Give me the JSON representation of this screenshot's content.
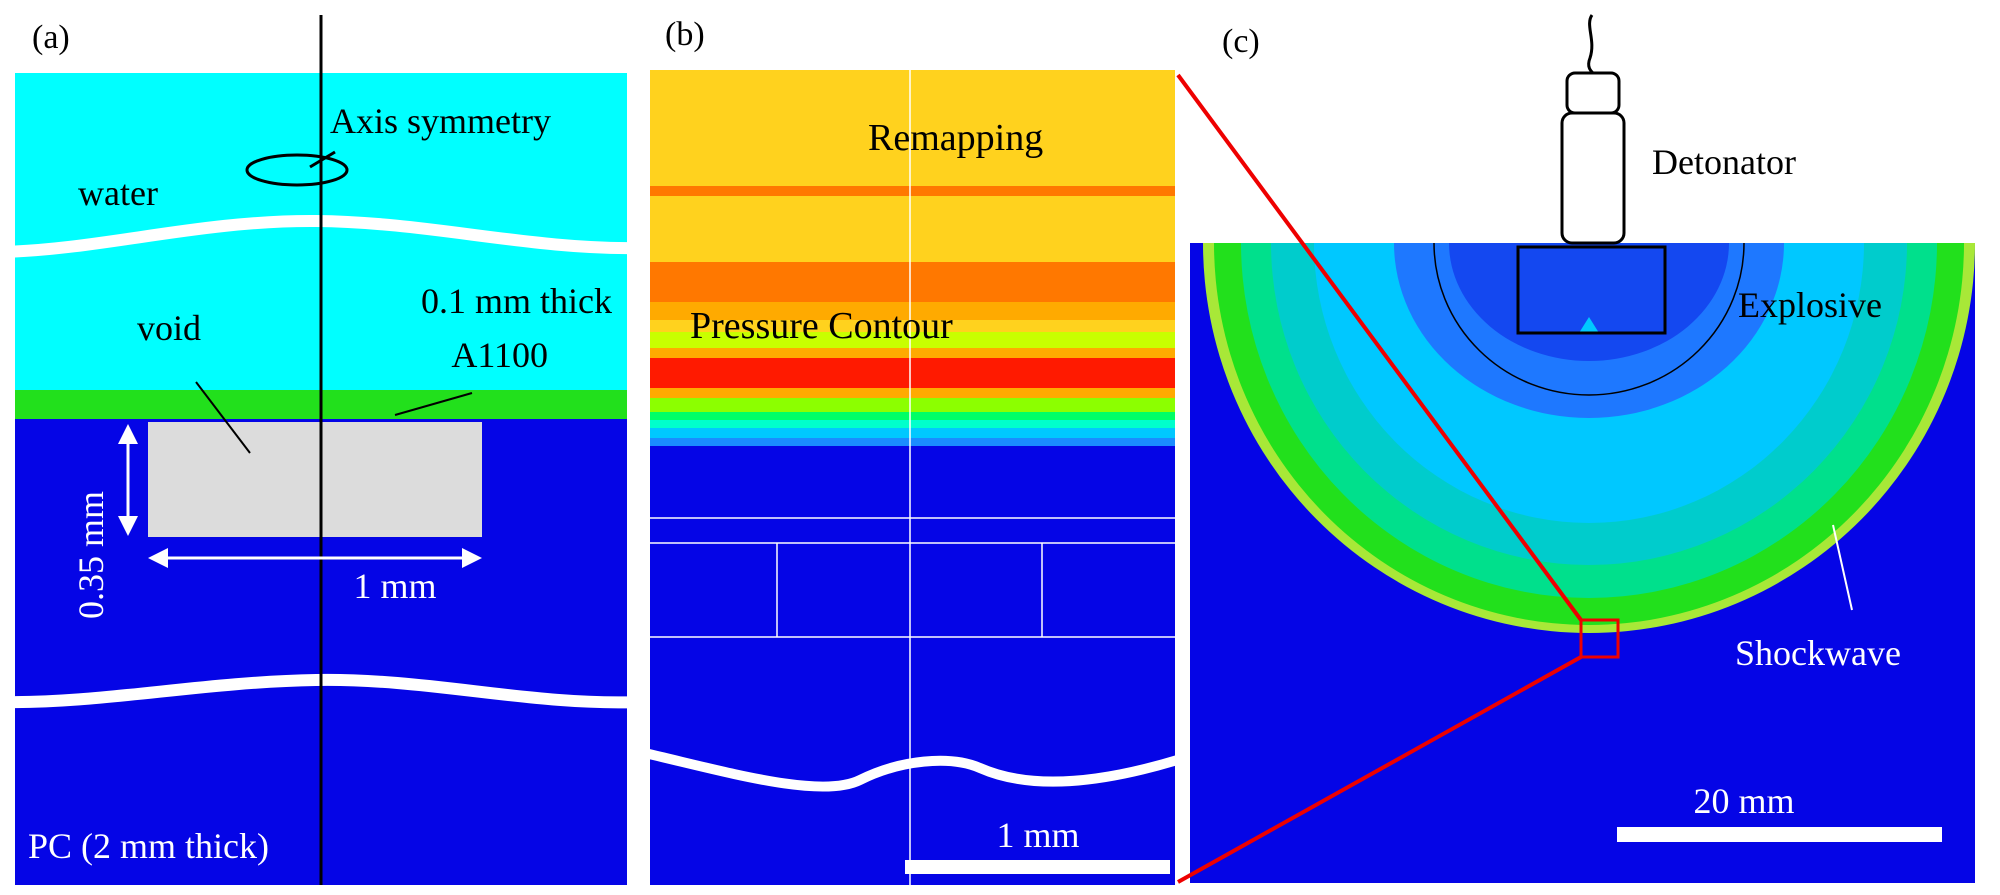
{
  "panels": {
    "a": {
      "label": "(a)",
      "water": "water",
      "axis": "Axis symmetry",
      "plate_line1": "0.1 mm thick",
      "plate_line2": "A1100",
      "void": "void",
      "depth": "0.35 mm",
      "width": "1 mm",
      "base": "PC (2 mm thick)"
    },
    "b": {
      "label": "(b)",
      "remap": "Remapping",
      "pressure": "Pressure Contour",
      "scale": "1 mm"
    },
    "c": {
      "label": "(c)",
      "detonator": "Detonator",
      "explosive": "Explosive",
      "shockwave": "Shockwave",
      "scale": "20 mm"
    }
  },
  "colors": {
    "water": "#00ffff",
    "aluminium": "#22e01c",
    "polycarbonate": "#0505e6",
    "void": "#dcdcdc",
    "contour_yellow": "#ffd21e",
    "contour_orange": "#ff7800",
    "contour_red": "#ff1a00",
    "highlight": "#ee0000"
  }
}
